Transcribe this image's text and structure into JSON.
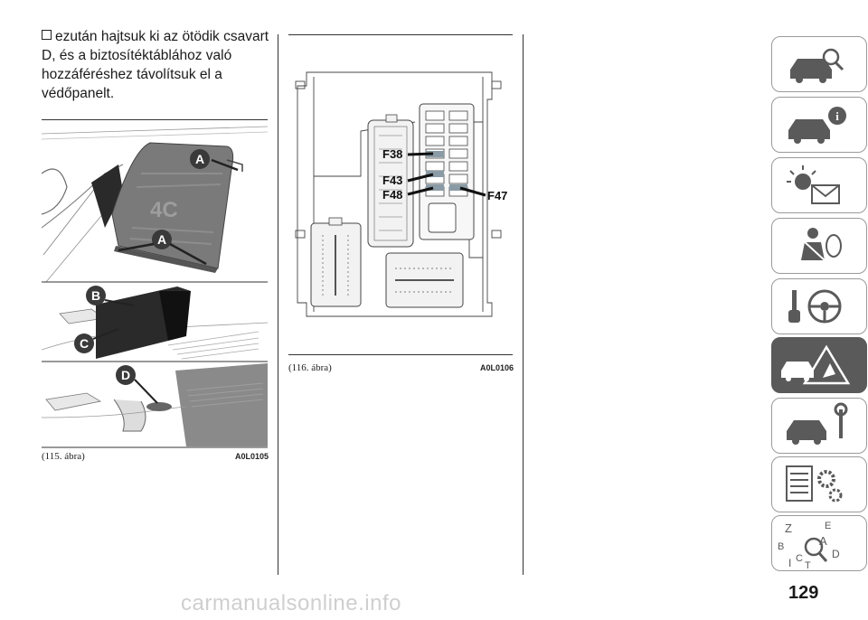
{
  "intro": {
    "text": "ezután hajtsuk ki az ötödik csavart D, és a biztosítéktáblához való hozzáféréshez távolítsuk el a védőpanelt."
  },
  "figure_115": {
    "caption": "(115. ábra)",
    "code": "A0L0105",
    "callouts": [
      "A",
      "A",
      "B",
      "C",
      "D"
    ],
    "emblem": "4C"
  },
  "figure_116": {
    "caption": "(116. ábra)",
    "code": "A0L0106",
    "fuse_labels": [
      "F38",
      "F43",
      "F48",
      "F47"
    ]
  },
  "side_tabs": [
    {
      "icon": "car-search-icon",
      "active": false
    },
    {
      "icon": "car-info-icon",
      "active": false
    },
    {
      "icon": "warning-light-envelope-icon",
      "active": false
    },
    {
      "icon": "seatbelt-airbag-icon",
      "active": false
    },
    {
      "icon": "key-steering-wheel-icon",
      "active": false
    },
    {
      "icon": "car-crash-warning-icon",
      "active": true
    },
    {
      "icon": "car-wrench-icon",
      "active": false
    },
    {
      "icon": "spec-sheet-gear-icon",
      "active": false
    },
    {
      "icon": "alphabet-index-icon",
      "active": false
    }
  ],
  "index_letters": [
    "Z",
    "E",
    "B",
    "A",
    "C",
    "T",
    "D",
    "I"
  ],
  "page_number": "129",
  "watermark": "carmanualsonline.info"
}
